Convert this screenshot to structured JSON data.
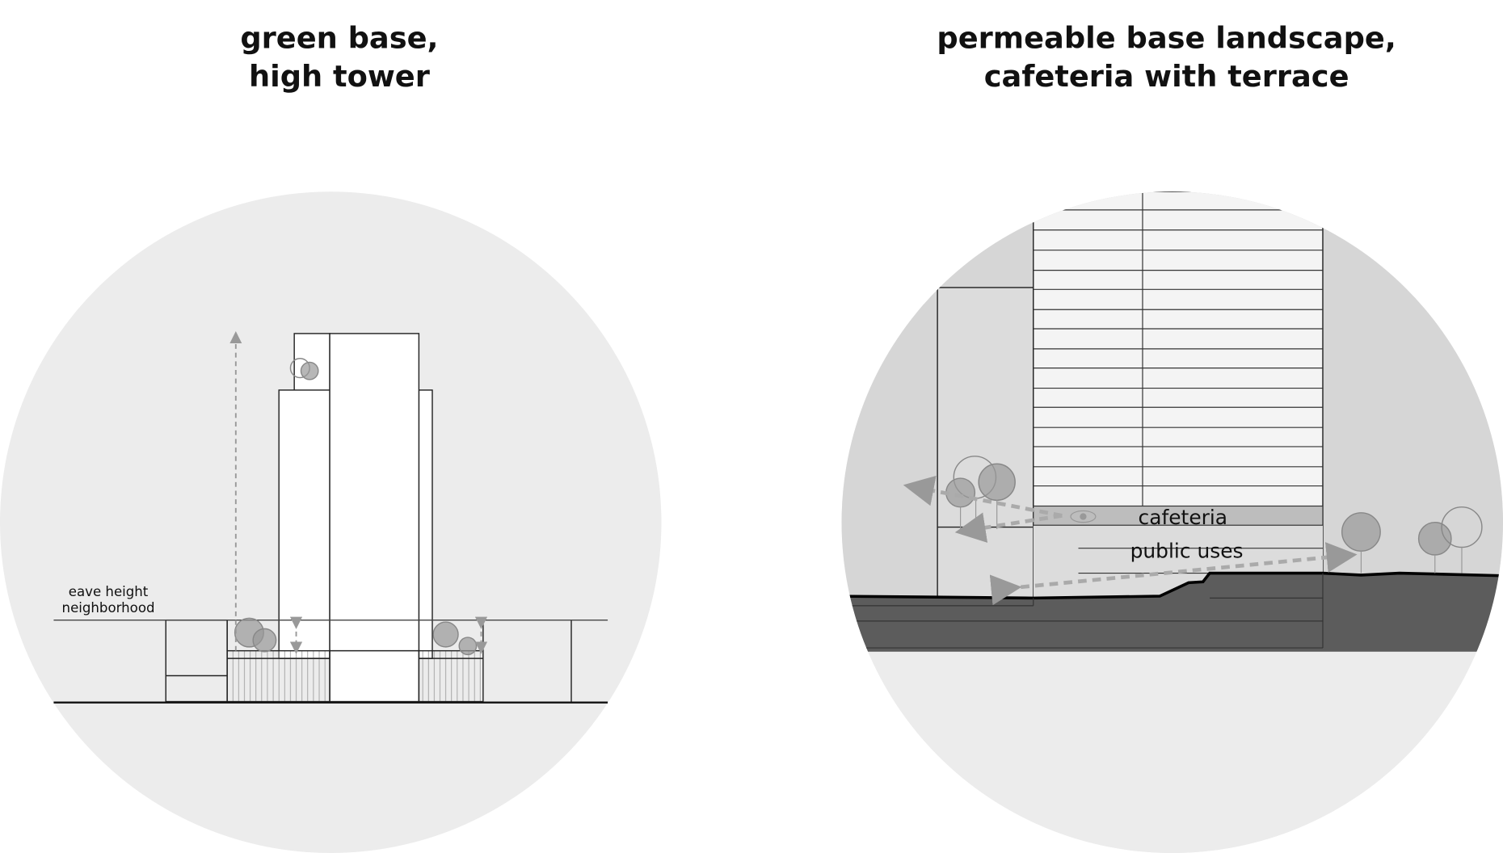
{
  "left_panel": {
    "title_line1": "green base,",
    "title_line2": "high tower",
    "eave_label_line1": "eave height",
    "eave_label_line2": "neighborhood"
  },
  "right_panel": {
    "title_line1": "permeable base landscape,",
    "title_line2": "cafeteria with terrace",
    "cafeteria_label": "cafeteria",
    "public_uses_label": "public uses"
  },
  "colors": {
    "circle_bg": "#ececec",
    "sky": "#d6d6d6",
    "ground": "#5c5c5c",
    "cafeteria_band": "#bdbdbd"
  }
}
